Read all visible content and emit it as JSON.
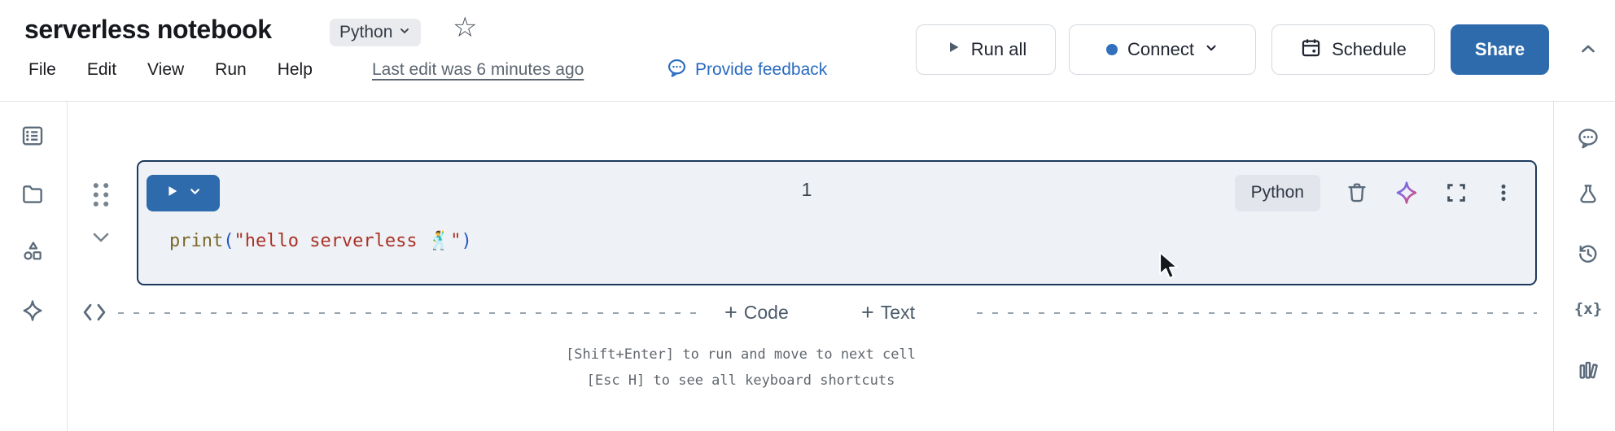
{
  "header": {
    "title": "serverless notebook",
    "language": "Python",
    "menus": [
      "File",
      "Edit",
      "View",
      "Run",
      "Help"
    ],
    "last_edit": "Last edit was 6 minutes ago",
    "feedback": "Provide feedback",
    "buttons": {
      "run_all": "Run all",
      "connect": "Connect",
      "schedule": "Schedule",
      "share": "Share"
    }
  },
  "left_sidebar": {
    "items": [
      "table-of-contents",
      "files",
      "snippets",
      "ai-assist"
    ]
  },
  "right_sidebar": {
    "items": [
      "comments",
      "experiments",
      "version-history",
      "variables",
      "logs"
    ]
  },
  "cell": {
    "execution_count": "1",
    "language": "Python",
    "code": "print(\"hello serverless 🕺\")",
    "tokens": [
      {
        "t": "print"
      },
      {
        "t": "("
      },
      {
        "t": "\"hello serverless 🕺\""
      },
      {
        "t": ")"
      }
    ]
  },
  "add_bar": {
    "code": "Code",
    "text": "Text"
  },
  "hints": [
    "[Shift+Enter] to run and move to next cell",
    "[Esc H] to see all keyboard shortcuts"
  ],
  "icons": {
    "star": "☆",
    "plus": "+",
    "variables": "{x}"
  },
  "colors": {
    "accent_blue": "#2e6bac",
    "link_blue": "#2a6bc0",
    "cell_border": "#1c3a5e",
    "cell_bg": "#eef1f6"
  }
}
